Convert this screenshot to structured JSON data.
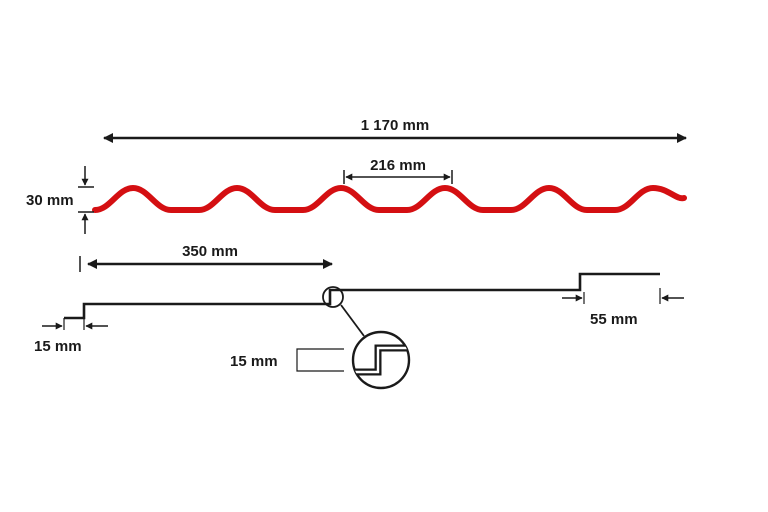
{
  "dimensions": {
    "total_width": "1 170 mm",
    "wave_pitch": "216 mm",
    "wave_height": "30 mm",
    "step_length": "350 mm",
    "left_edge": "15 mm",
    "step_height": "15 mm",
    "right_overlap": "55 mm"
  },
  "colors": {
    "profile": "#d40f12",
    "lines": "#1a1a1a",
    "background": "#ffffff"
  }
}
